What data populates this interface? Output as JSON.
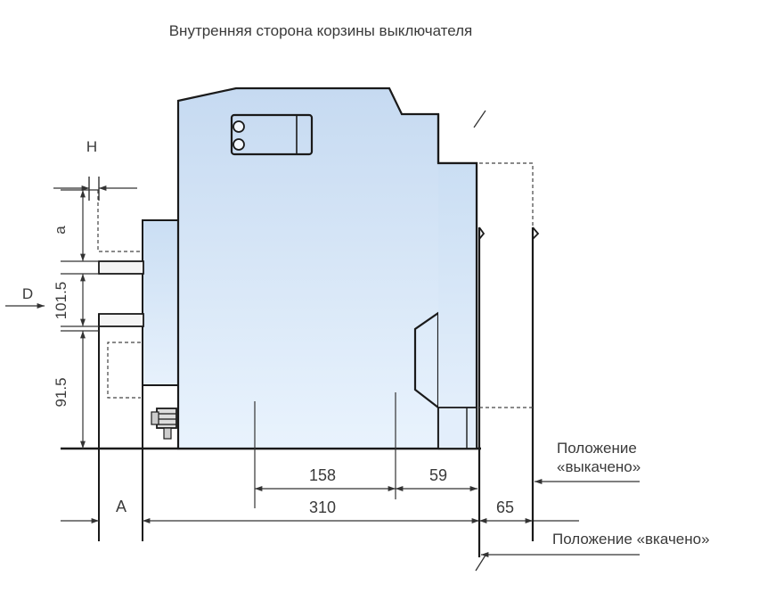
{
  "title": "Внутренняя сторона корзины выключателя",
  "labels": {
    "H": "H",
    "a": "a",
    "D": "D",
    "A": "A",
    "dim_101_5": "101.5",
    "dim_91_5": "91.5",
    "dim_158": "158",
    "dim_59": "59",
    "dim_310": "310",
    "dim_65": "65"
  },
  "positions": {
    "withdrawn_line1": "Положение",
    "withdrawn_line2": "«выкачено»",
    "inserted": "Положение «вкачено»"
  },
  "colors": {
    "body_top": "#c8dcf2",
    "body_bottom": "#e6f1fc",
    "outline": "#1a1a1a",
    "dimension": "#333333",
    "text": "#3a3a3a"
  }
}
